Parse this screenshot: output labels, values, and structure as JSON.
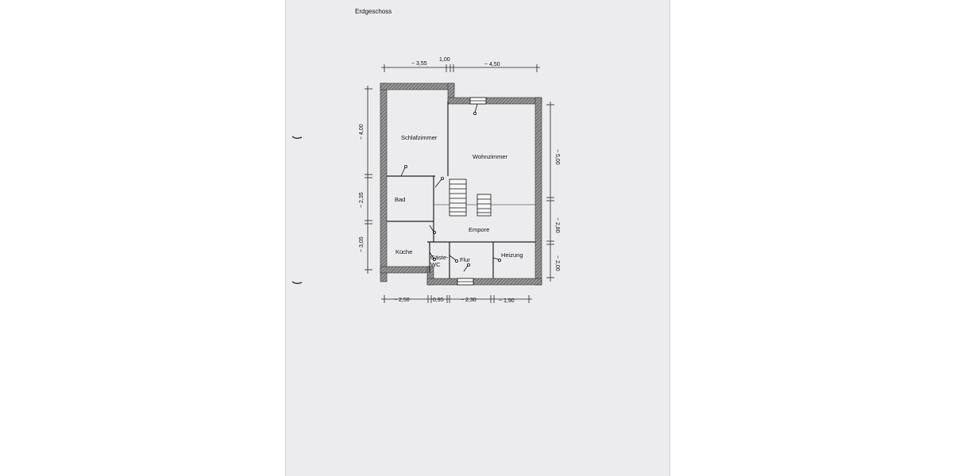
{
  "page_title": "Erdgeschoss",
  "rooms": {
    "schlafzimmer": "Schlafzimmer",
    "wohnzimmer": "Wohnzimmer",
    "bad": "Bad",
    "empore": "Empore",
    "kueche": "Küche",
    "gaeste_wc_line1": "Gäste-",
    "gaeste_wc_line2": "WC",
    "flur": "Flur",
    "heizung": "Heizung"
  },
  "dimensions": {
    "top": [
      "~ 3,55",
      "1,00",
      "~ 4,50"
    ],
    "bottom": [
      "~ 2,50",
      "0,95",
      "~ 2,30",
      "~ 1,90"
    ],
    "left": [
      "~ 4,00",
      "~ 2,35",
      "~ 3,05"
    ],
    "right": [
      "~ 5,00",
      "~ 2,80",
      "~ 2,00"
    ]
  },
  "colors": {
    "sheet": "#ececef",
    "wall": "#666666",
    "line": "#222222"
  }
}
